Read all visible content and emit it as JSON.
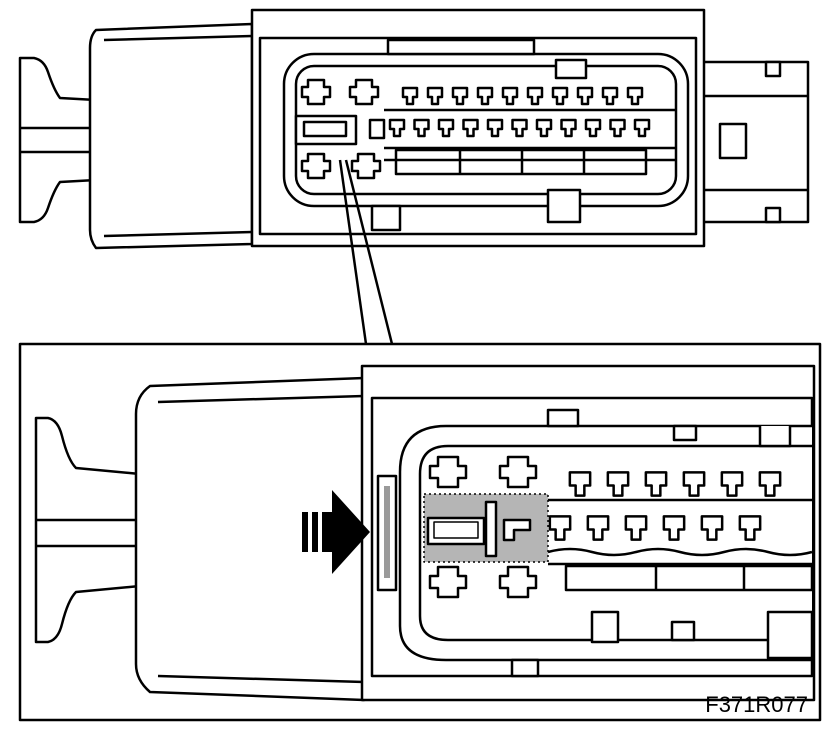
{
  "figure": {
    "code": "F371R077",
    "colors": {
      "ink": "#000000",
      "paper": "#ffffff",
      "shade": "#9a9a9a"
    },
    "top_view": {
      "upper_terminal_count": 10,
      "lower_terminal_count": 11
    },
    "detail_view": {
      "upper_terminal_count": 6,
      "lower_terminal_count": 6,
      "arrow_icon": "insertion-arrow-icon"
    }
  }
}
